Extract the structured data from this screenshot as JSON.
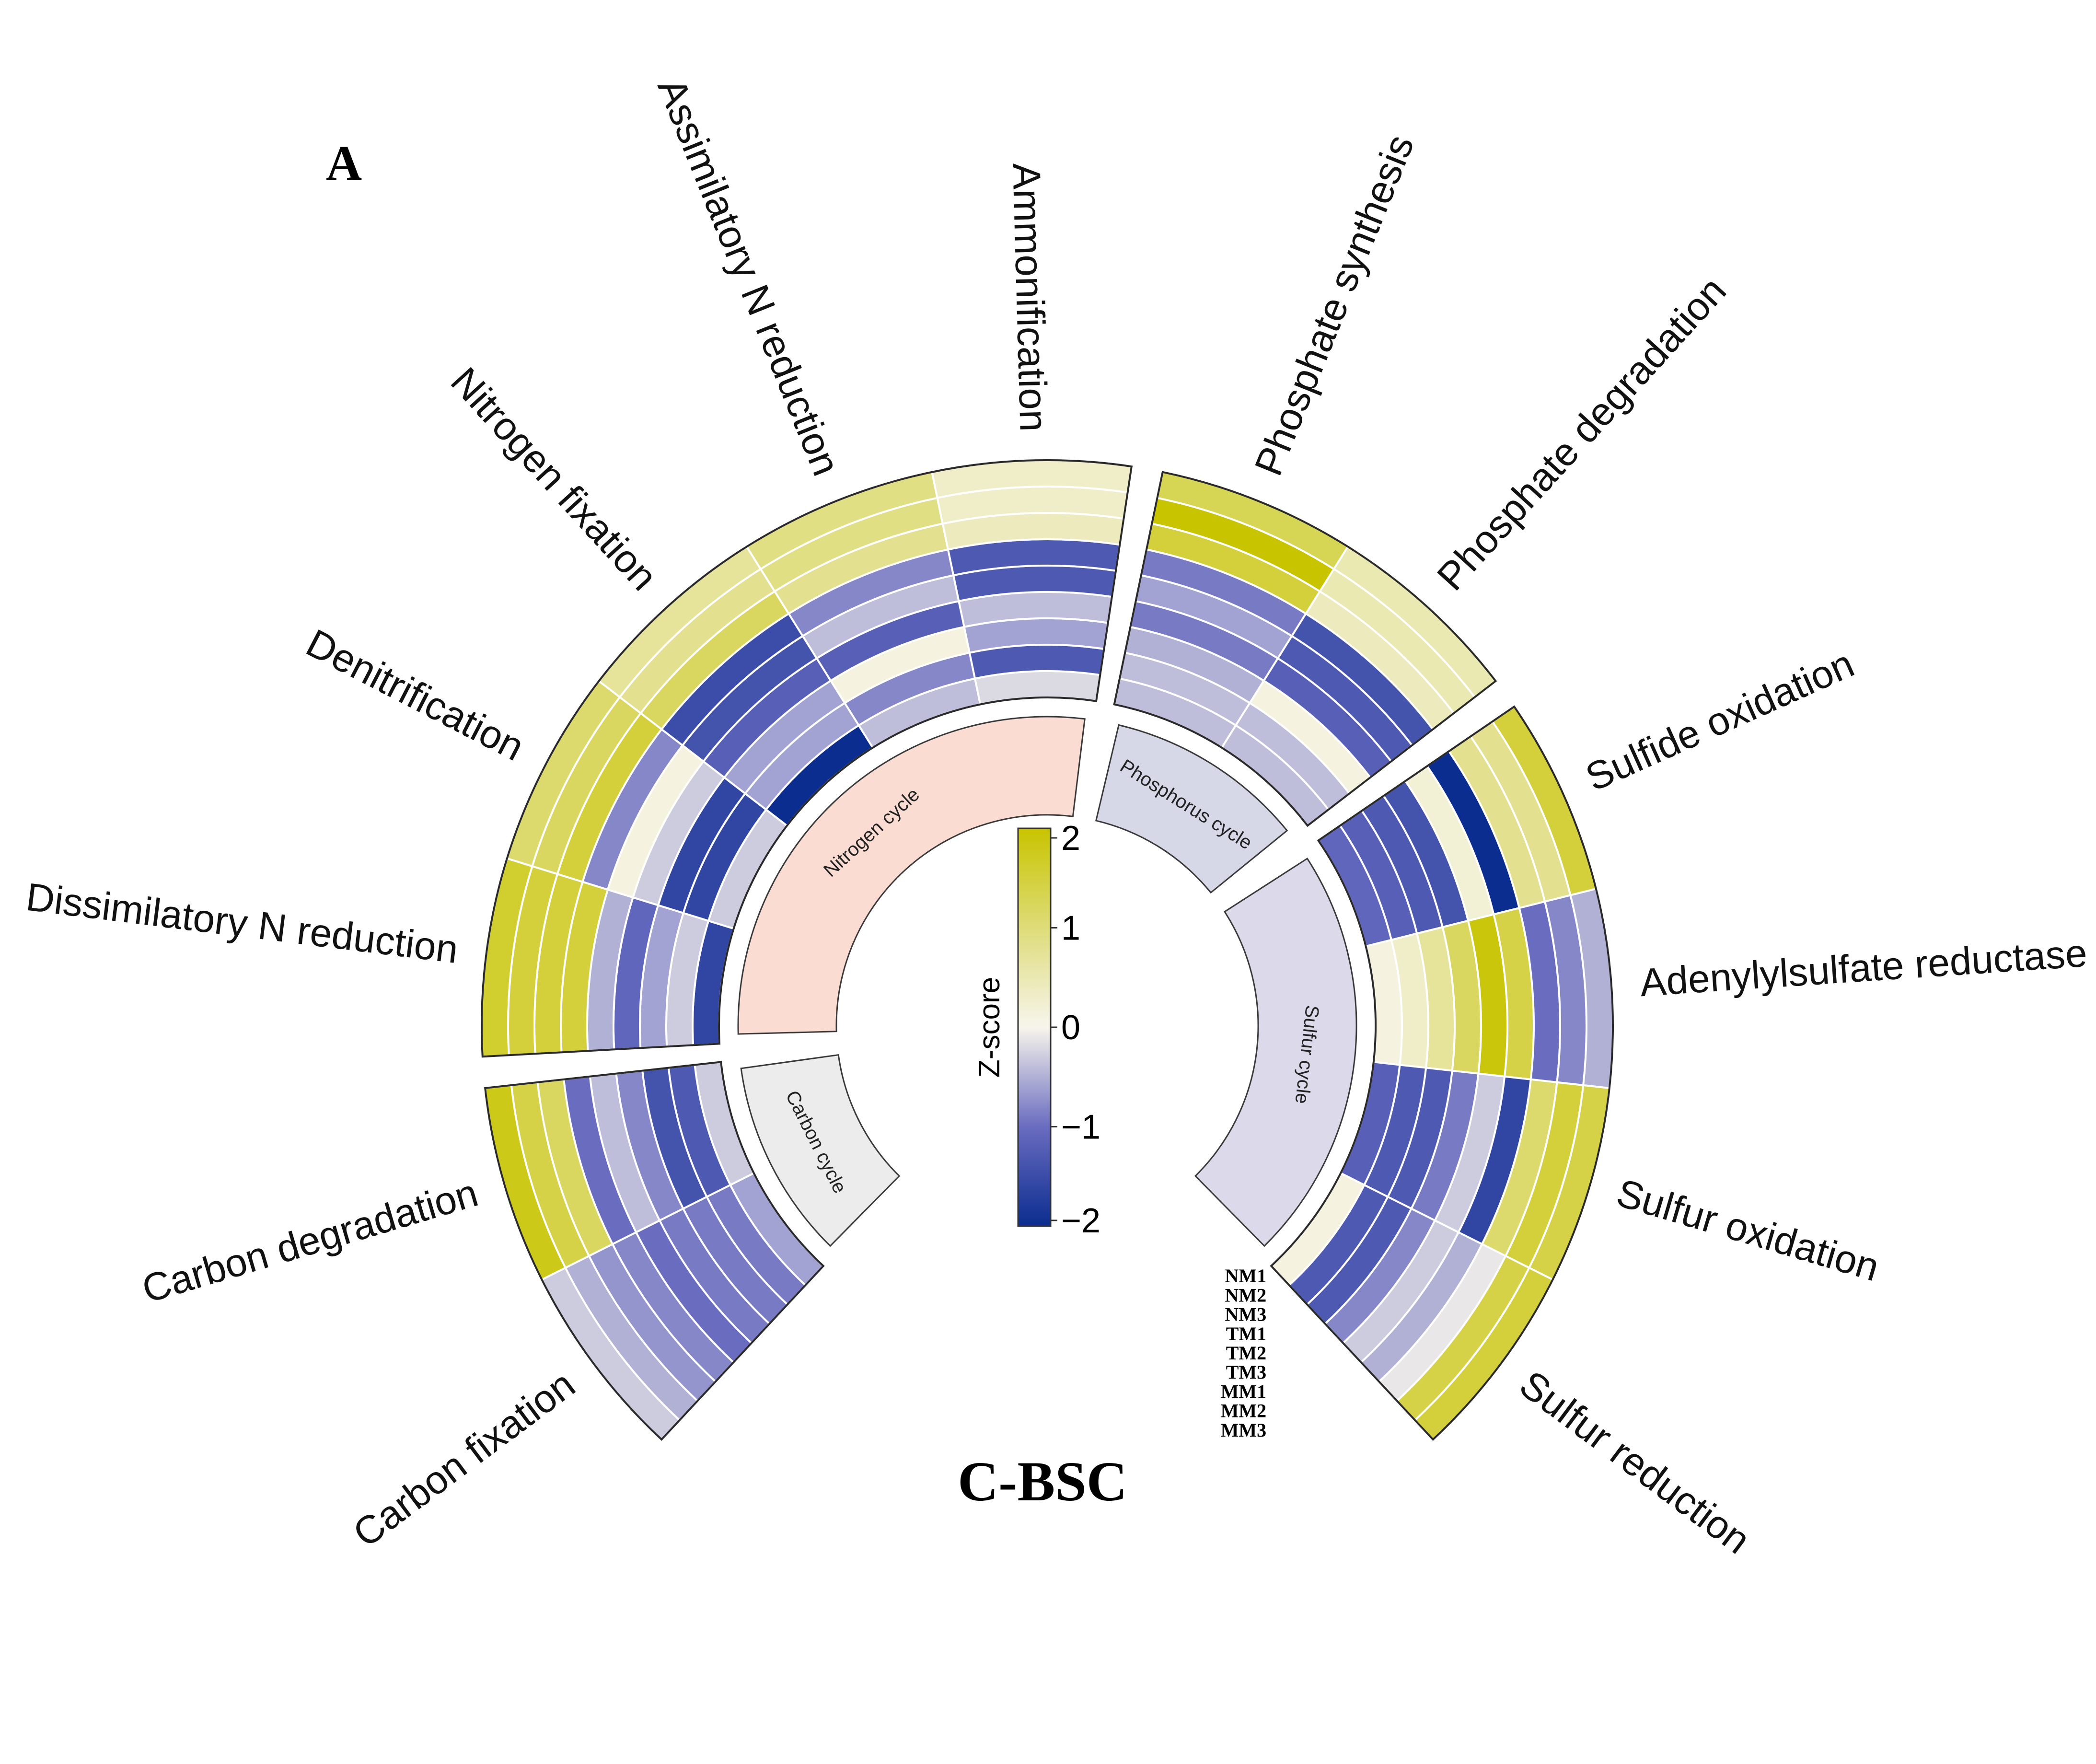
{
  "panel_letter": "A",
  "chart_data": {
    "type": "heatmap",
    "layout": "circular",
    "title": "C-BSC",
    "samples": [
      "NM1",
      "NM2",
      "NM3",
      "TM1",
      "TM2",
      "TM3",
      "MM1",
      "MM2",
      "MM3"
    ],
    "colorbar": {
      "title": "Z-score",
      "range": [
        -2,
        2
      ],
      "ticks": [
        {
          "value": 2,
          "label": "2"
        },
        {
          "value": 1,
          "label": "1"
        },
        {
          "value": 0,
          "label": "0"
        },
        {
          "value": -1,
          "label": "−1"
        },
        {
          "value": -2,
          "label": "−2"
        }
      ],
      "colors": {
        "low": "#0b2d8f",
        "mid_low": "#6a6cc0",
        "mid": "#f7f5ec",
        "mid_high": "#dedc78",
        "high": "#c8c400"
      }
    },
    "groups": [
      {
        "name": "Carbon cycle",
        "color": "#ececec",
        "features": [
          {
            "name": "Carbon fixation",
            "values": [
              -0.6,
              -0.9,
              -0.9,
              -0.9,
              -1.0,
              -0.8,
              -0.7,
              -0.5,
              -0.3
            ]
          },
          {
            "name": "Carbon degradation",
            "values": [
              -0.3,
              -1.3,
              -1.4,
              -0.8,
              -0.4,
              -1.0,
              1.2,
              1.4,
              1.8
            ]
          }
        ]
      },
      {
        "name": "Nitrogen cycle",
        "color": "#fadcd2",
        "features": [
          {
            "name": "Dissimilatory N reduction",
            "values": [
              -1.6,
              -0.3,
              -0.6,
              -1.1,
              -0.5,
              1.5,
              1.5,
              1.5,
              1.6
            ]
          },
          {
            "name": "Denitrification",
            "values": [
              -0.3,
              -1.6,
              -1.6,
              -0.3,
              0.1,
              -0.8,
              1.5,
              1.2,
              1.1
            ]
          },
          {
            "name": "Nitrogen fixation",
            "values": [
              -2.0,
              -0.6,
              -0.6,
              -1.2,
              -1.4,
              -1.5,
              1.2,
              0.8,
              0.7
            ]
          },
          {
            "name": "Assimilatory N reduction",
            "values": [
              -0.4,
              -0.8,
              0.1,
              -1.2,
              -0.4,
              -0.8,
              0.8,
              0.9,
              0.9
            ]
          },
          {
            "name": "Ammonification",
            "values": [
              -0.2,
              -1.3,
              -0.6,
              -0.4,
              -1.3,
              -1.3,
              0.4,
              0.3,
              0.3
            ]
          }
        ]
      },
      {
        "name": "Phosphorus cycle",
        "color": "#d6d8e8",
        "features": [
          {
            "name": "Phosphate synthesis",
            "values": [
              -0.4,
              -0.4,
              -0.5,
              -0.9,
              -0.6,
              -0.9,
              1.5,
              2.0,
              1.3
            ]
          },
          {
            "name": "Phosphate degradation",
            "values": [
              -0.4,
              -0.4,
              0.1,
              -1.2,
              -1.3,
              -1.4,
              0.4,
              0.5,
              0.5
            ]
          }
        ]
      },
      {
        "name": "Sulfur cycle",
        "color": "#dcdaea",
        "features": [
          {
            "name": "Sulfide oxidation",
            "values": [
              -1.1,
              -1.2,
              -1.3,
              -1.4,
              0.2,
              -2.0,
              0.8,
              0.8,
              1.5
            ]
          },
          {
            "name": "Adenylylsulfate reductase",
            "values": [
              0.1,
              0.3,
              0.7,
              1.2,
              1.9,
              1.4,
              -1.0,
              -0.8,
              -0.5
            ]
          },
          {
            "name": "Sulfur oxidation",
            "values": [
              -1.2,
              -1.3,
              -1.3,
              -0.9,
              -0.3,
              -1.6,
              1.1,
              1.5,
              1.4
            ]
          },
          {
            "name": "Sulfur reduction",
            "values": [
              0.1,
              -1.3,
              -1.3,
              -0.8,
              -0.3,
              -0.5,
              -0.1,
              1.4,
              1.5
            ]
          }
        ]
      }
    ]
  }
}
